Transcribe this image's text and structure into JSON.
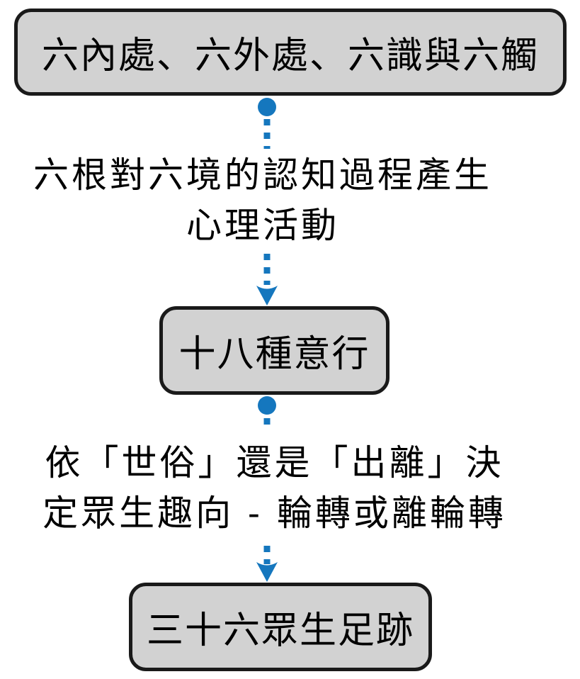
{
  "diagram": {
    "title_hint": "flow of sense bases to mental conduct to beings' tracks",
    "boxes": [
      {
        "id": "box-1",
        "label": "六內處、六外處、六識與六觸"
      },
      {
        "id": "box-2",
        "label": "十八種意行"
      },
      {
        "id": "box-3",
        "label": "三十六眾生足跡"
      }
    ],
    "edges": [
      {
        "from": "box-1",
        "to": "box-2",
        "label_line1": "六根對六境的認知過程產生",
        "label_line2": "心理活動",
        "style": "dashed",
        "start_icon": "filled-circle",
        "end_icon": "down-arrowhead"
      },
      {
        "from": "box-2",
        "to": "box-3",
        "label_line1": "依「世俗」還是「出離」決",
        "label_line2": "定眾生趣向 - 輪轉或離輪轉",
        "style": "dashed",
        "start_icon": "filled-circle",
        "end_icon": "down-arrowhead"
      }
    ],
    "colors": {
      "box_fill": "#d2d2d2",
      "box_border": "#1a1a1a",
      "connector_blue": "#1577be",
      "text_color": "#000000",
      "background": "#ffffff"
    }
  }
}
